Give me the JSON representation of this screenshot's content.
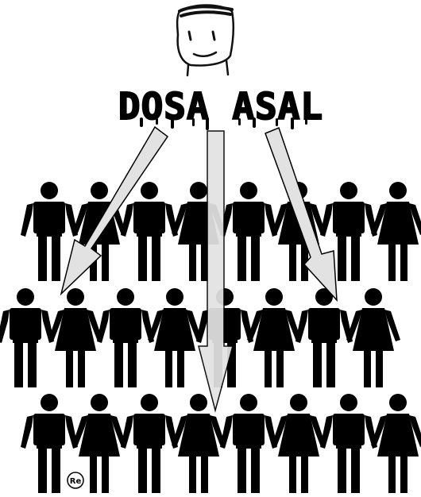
{
  "title": "DOSA ASAL",
  "watermark": "Re",
  "colors": {
    "figure": "#000000",
    "arrow_fill": "#e2e2e2",
    "arrow_stroke": "#000000",
    "background": "#ffffff"
  },
  "people": {
    "rows": [
      [
        "male",
        "female",
        "male",
        "female",
        "male",
        "female",
        "male",
        "female"
      ],
      [
        "male",
        "female",
        "male",
        "female",
        "male",
        "female",
        "male",
        "female"
      ],
      [
        "male",
        "female",
        "male",
        "female",
        "male",
        "female",
        "male",
        "female"
      ]
    ]
  },
  "icons": [
    "face-sketch-icon",
    "arrow-icon",
    "stick-figure-icon",
    "watermark-icon"
  ]
}
